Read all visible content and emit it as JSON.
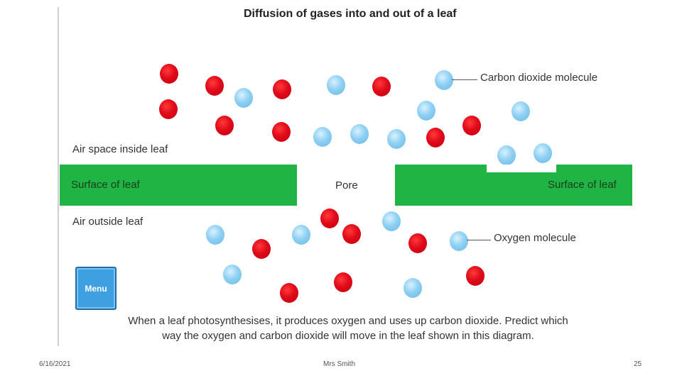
{
  "slide": {
    "title": "Diffusion of gases into and out of a leaf",
    "labels": {
      "air_space_inside": "Air space inside leaf",
      "surface_left": "Surface of leaf",
      "surface_right": "Surface of leaf",
      "pore": "Pore",
      "air_outside": "Air outside leaf"
    },
    "callouts": {
      "carbon_dioxide": "Carbon dioxide molecule",
      "oxygen": "Oxygen molecule"
    },
    "menu_label": "Menu",
    "question_line1": "When a leaf photosynthesises, it produces oxygen and uses up carbon dioxide. Predict which",
    "question_line2": "way the oxygen and carbon dioxide will move in the leaf shown in this diagram.",
    "colors": {
      "oxygen_molecule": "#e00a1a",
      "carbon_dioxide_molecule": "#8fd0f3",
      "leaf_surface": "#20b445",
      "menu_button": "#3ea0e0"
    }
  },
  "footer": {
    "date": "6/16/2021",
    "author": "Mrs Smith",
    "page_number": "25"
  }
}
